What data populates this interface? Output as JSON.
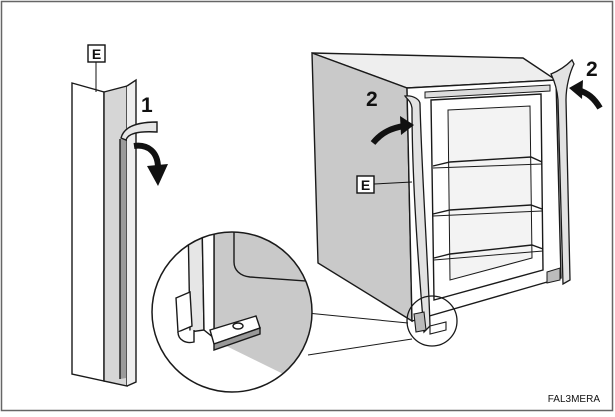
{
  "labels": {
    "part_strip": "E",
    "part_cabinet": "E",
    "step_left": "1",
    "step_mid": "2",
    "step_right": "2"
  },
  "figure_code": "FAL3MERA",
  "colors": {
    "line": "#1a1a1a",
    "shade": "#c9c9c9",
    "light_shade": "#e2e2e2",
    "tape": "#9a9a9a",
    "frame": "#666666"
  }
}
